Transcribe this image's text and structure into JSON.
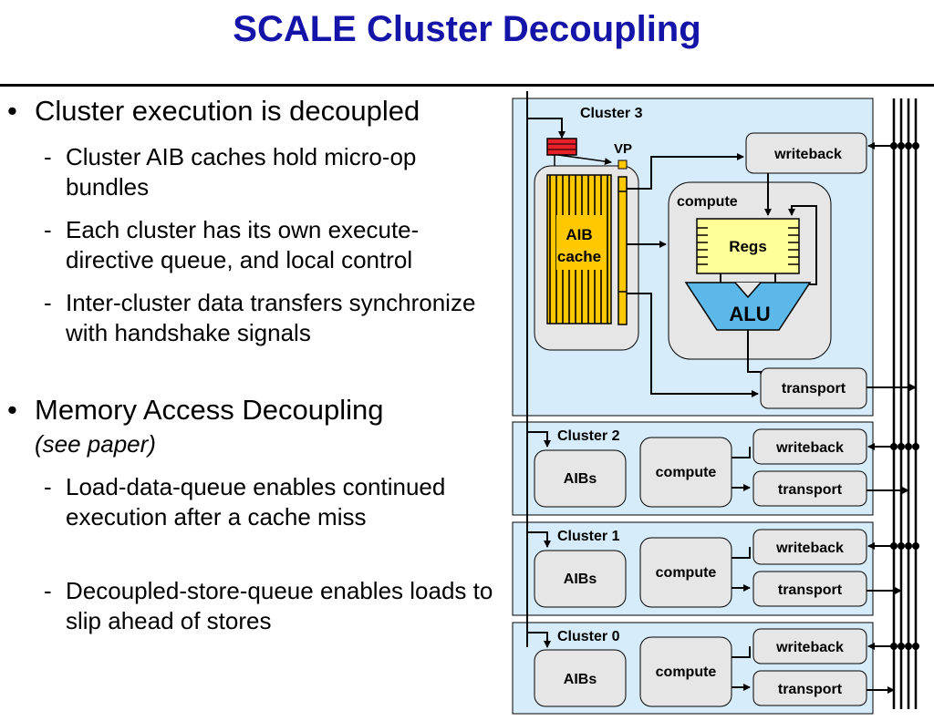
{
  "slide": {
    "title": "SCALE Cluster Decoupling",
    "bullets": [
      {
        "text": "Cluster execution is decoupled",
        "sub": [
          "Cluster AIB caches hold micro-op bundles",
          "Each cluster has its own execute-directive queue, and local control",
          "Inter-cluster data transfers synchronize with handshake signals"
        ]
      },
      {
        "text": "Memory Access Decoupling",
        "note": "(see paper)",
        "sub": [
          "Load-data-queue enables continued execution after a cache miss",
          "Decoupled-store-queue enables loads to slip ahead of stores"
        ]
      }
    ],
    "bullet_symbol": "•",
    "dash_symbol": "-"
  },
  "diagram": {
    "cluster3": {
      "label": "Cluster 3",
      "vp": "VP",
      "aib_line1": "AIB",
      "aib_line2": "cache",
      "compute": "compute",
      "regs": "Regs",
      "alu": "ALU",
      "writeback": "writeback",
      "transport": "transport"
    },
    "clusters": [
      {
        "label": "Cluster 2",
        "aibs": "AIBs",
        "compute": "compute",
        "writeback": "writeback",
        "transport": "transport"
      },
      {
        "label": "Cluster 1",
        "aibs": "AIBs",
        "compute": "compute",
        "writeback": "writeback",
        "transport": "transport"
      },
      {
        "label": "Cluster 0",
        "aibs": "AIBs",
        "compute": "compute",
        "writeback": "writeback",
        "transport": "transport"
      }
    ],
    "colors": {
      "title": "#1414a8",
      "cluster_bg": "#d6ecfa",
      "box_bg": "#e6e6e6",
      "aib_cache": "#ffc800",
      "regs": "#ffff99",
      "alu": "#5bb8e8",
      "queue_red": "#e8202a"
    }
  }
}
